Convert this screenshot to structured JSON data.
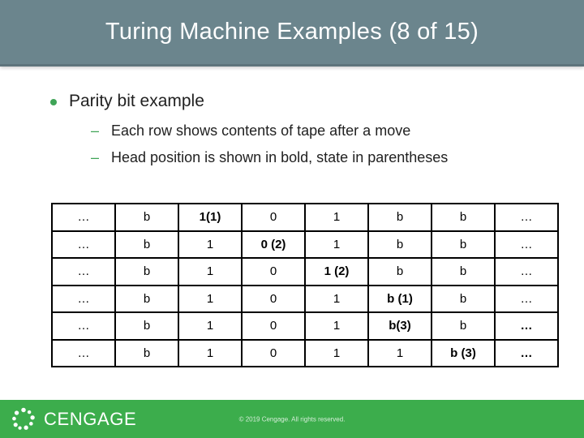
{
  "slide": {
    "title": "Turing Machine Examples (8 of 15)",
    "bullet": "Parity bit example",
    "dash_marker": "–",
    "sub_bullets": [
      "Each row shows contents of tape after a move",
      "Head position is shown in bold, state in parentheses"
    ]
  },
  "table": {
    "rows": [
      [
        {
          "t": "…",
          "b": false
        },
        {
          "t": "b",
          "b": false
        },
        {
          "t": "1(1)",
          "b": true
        },
        {
          "t": "0",
          "b": false
        },
        {
          "t": "1",
          "b": false
        },
        {
          "t": "b",
          "b": false
        },
        {
          "t": "b",
          "b": false
        },
        {
          "t": "…",
          "b": false
        }
      ],
      [
        {
          "t": "…",
          "b": false
        },
        {
          "t": "b",
          "b": false
        },
        {
          "t": "1",
          "b": false
        },
        {
          "t": "0 (2)",
          "b": true
        },
        {
          "t": "1",
          "b": false
        },
        {
          "t": "b",
          "b": false
        },
        {
          "t": "b",
          "b": false
        },
        {
          "t": "…",
          "b": false
        }
      ],
      [
        {
          "t": "…",
          "b": false
        },
        {
          "t": "b",
          "b": false
        },
        {
          "t": "1",
          "b": false
        },
        {
          "t": "0",
          "b": false
        },
        {
          "t": "1 (2)",
          "b": true
        },
        {
          "t": "b",
          "b": false
        },
        {
          "t": "b",
          "b": false
        },
        {
          "t": "…",
          "b": false
        }
      ],
      [
        {
          "t": "…",
          "b": false
        },
        {
          "t": "b",
          "b": false
        },
        {
          "t": "1",
          "b": false
        },
        {
          "t": "0",
          "b": false
        },
        {
          "t": "1",
          "b": false
        },
        {
          "t": "b (1)",
          "b": true
        },
        {
          "t": "b",
          "b": false
        },
        {
          "t": "…",
          "b": false
        }
      ],
      [
        {
          "t": "…",
          "b": false
        },
        {
          "t": "b",
          "b": false
        },
        {
          "t": "1",
          "b": false
        },
        {
          "t": "0",
          "b": false
        },
        {
          "t": "1",
          "b": false
        },
        {
          "t": "b(3)",
          "b": true
        },
        {
          "t": "b",
          "b": false
        },
        {
          "t": "…",
          "b": true
        }
      ],
      [
        {
          "t": "…",
          "b": false
        },
        {
          "t": "b",
          "b": false
        },
        {
          "t": "1",
          "b": false
        },
        {
          "t": "0",
          "b": false
        },
        {
          "t": "1",
          "b": false
        },
        {
          "t": "1",
          "b": false
        },
        {
          "t": "b (3)",
          "b": true
        },
        {
          "t": "…",
          "b": true
        }
      ]
    ]
  },
  "footer": {
    "logo_text": "CENGAGE",
    "copyright": "© 2019 Cengage. All rights reserved."
  },
  "colors": {
    "header_bg": "#6B858D",
    "header_edge": "#5E747C",
    "accent_green": "#3CAD4C",
    "marker_green": "#3FA457",
    "text_dark": "#212121",
    "table_border": "#000000"
  }
}
